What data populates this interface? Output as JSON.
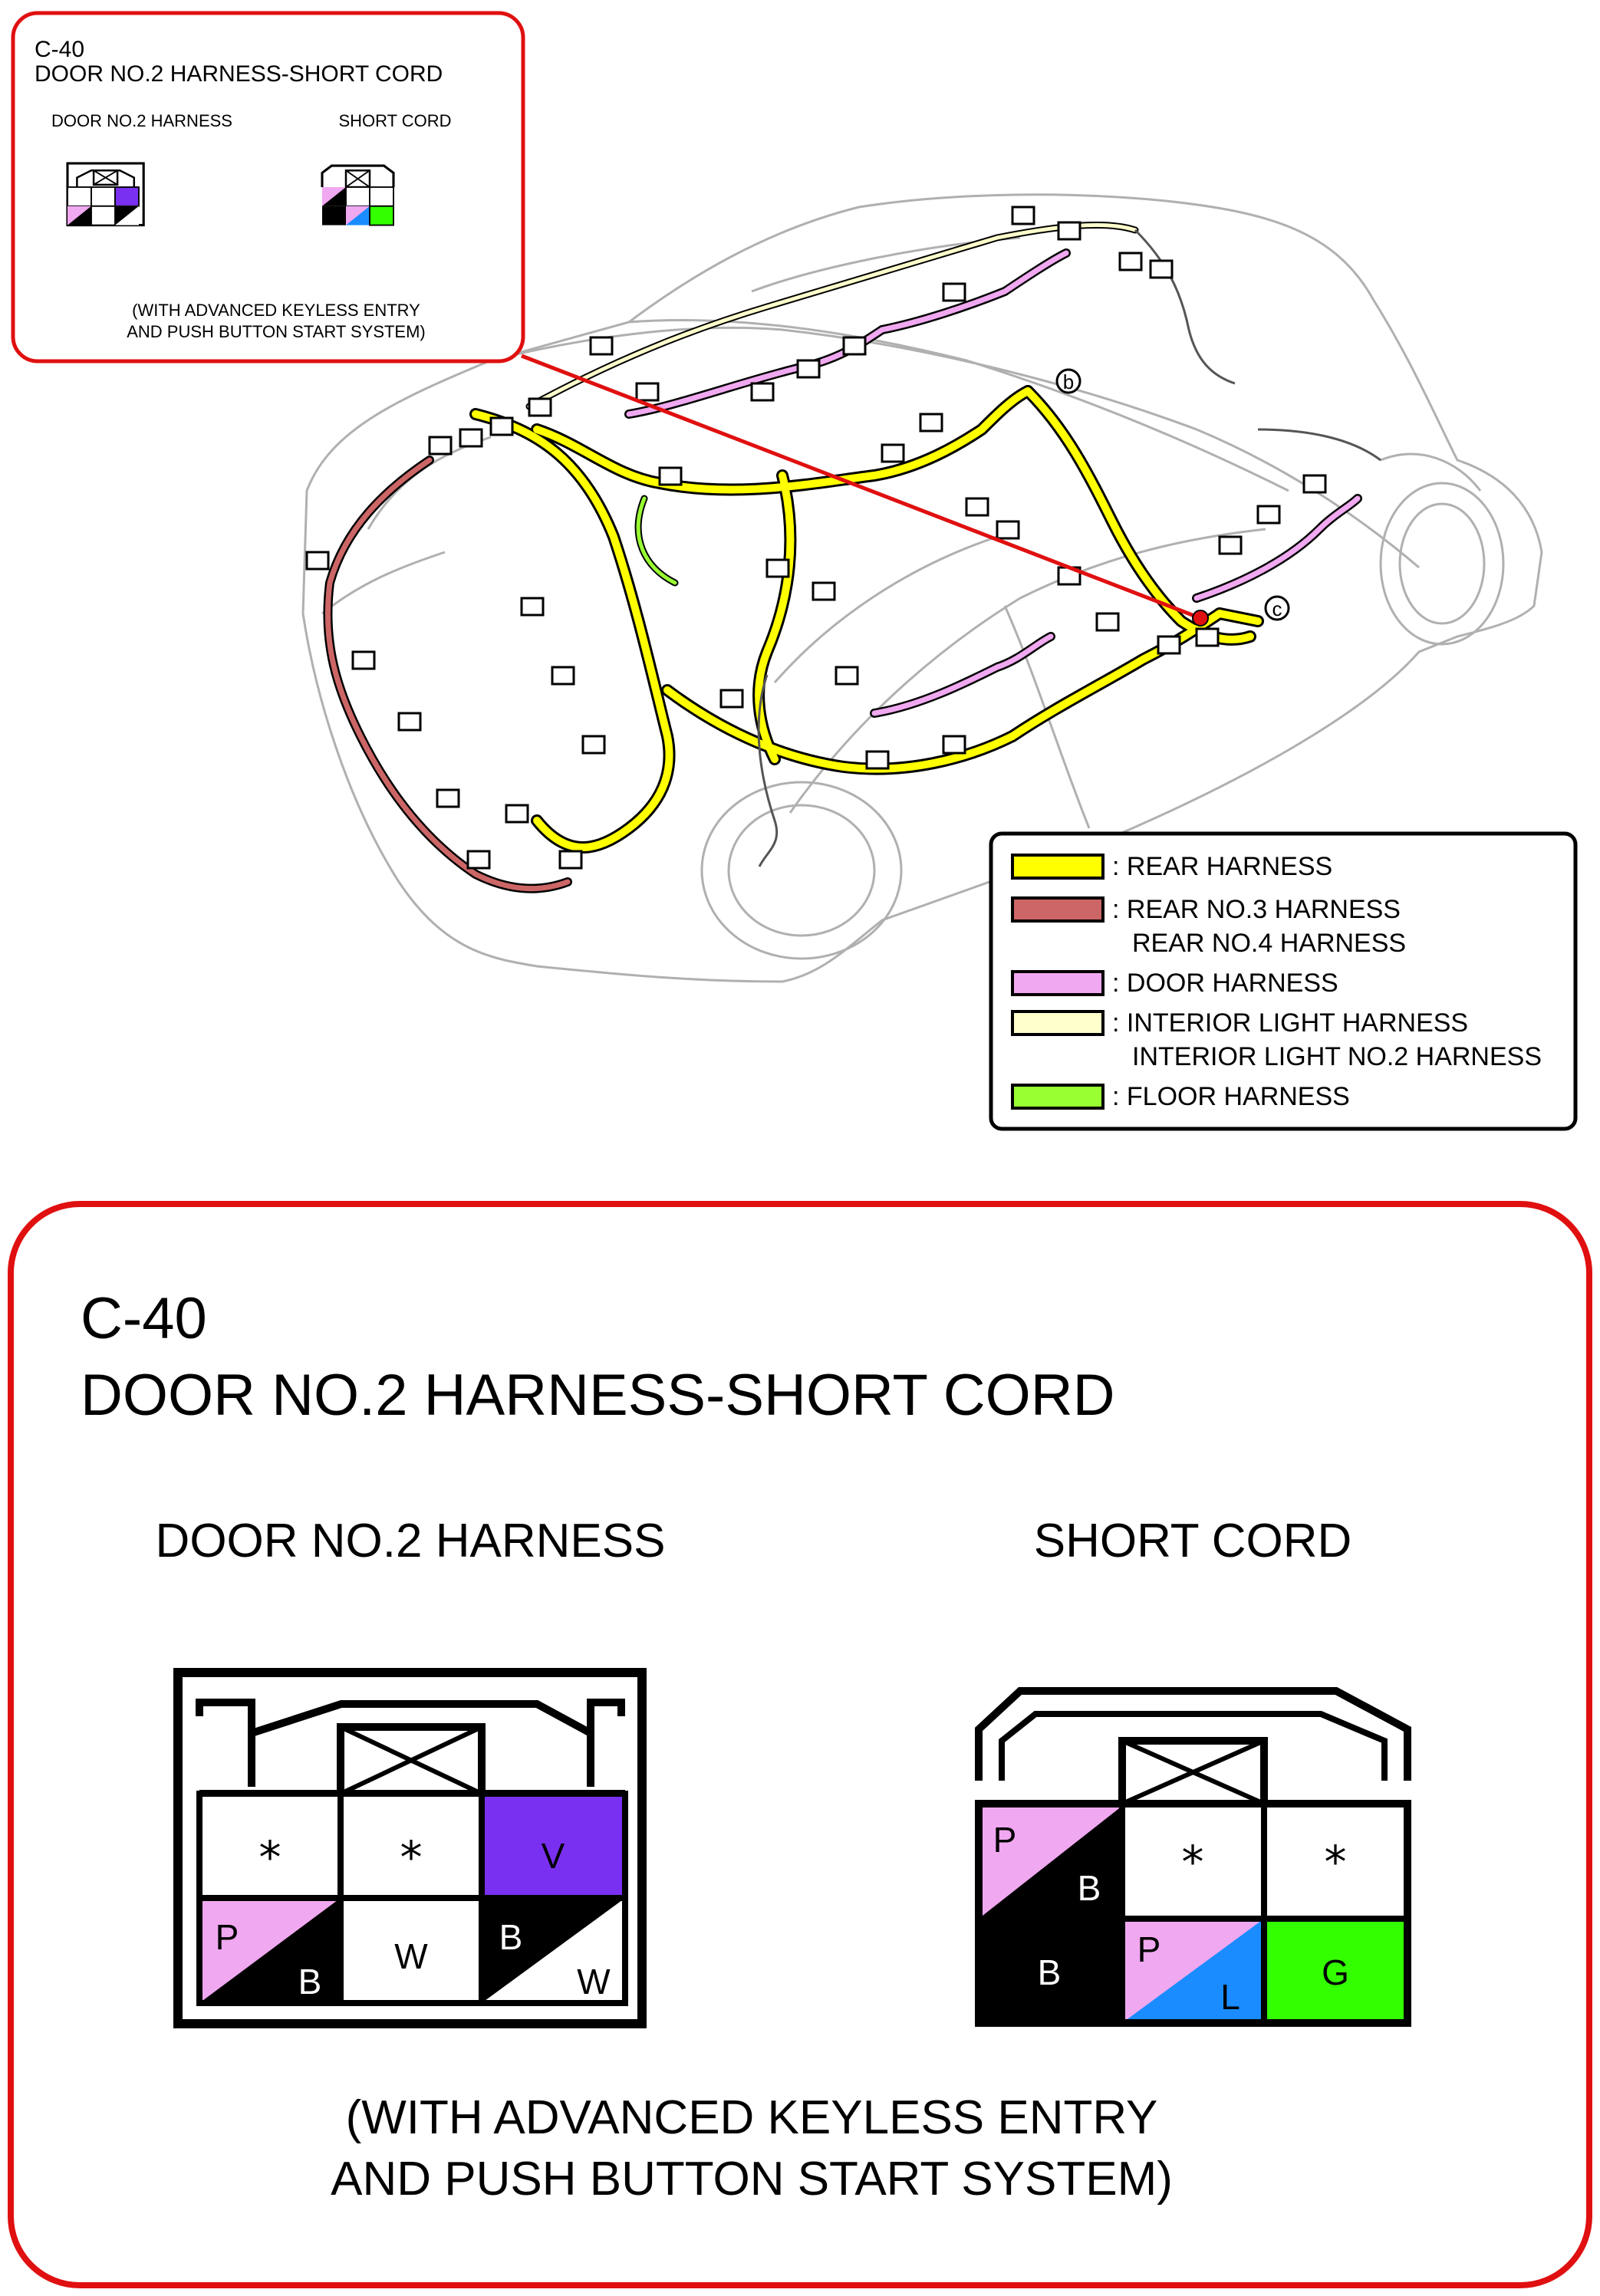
{
  "colors": {
    "rear_harness": "#ffff00",
    "rear_no3_harness": "#cc6666",
    "door_harness": "#f0a8f0",
    "interior_light_harness": "#ffffcc",
    "floor_harness": "#99ff33",
    "pin_violet": "#7a30f0",
    "pin_pink": "#f0a8f0",
    "pin_blue": "#1a8cff",
    "pin_green": "#33ff00",
    "callout_line": "#e01010"
  },
  "small_panel": {
    "code": "C-40",
    "title": "DOOR NO.2 HARNESS-SHORT CORD",
    "left_label": "DOOR NO.2 HARNESS",
    "right_label": "SHORT CORD",
    "note_line1": "(WITH ADVANCED KEYLESS ENTRY",
    "note_line2": "AND PUSH BUTTON START SYSTEM)"
  },
  "markers": {
    "b": "b",
    "c": "c"
  },
  "legend": {
    "rear": ": REAR HARNESS",
    "rear34_a": ": REAR NO.3 HARNESS",
    "rear34_b": "REAR NO.4 HARNESS",
    "door": ": DOOR HARNESS",
    "interior_a": ": INTERIOR LIGHT HARNESS",
    "interior_b": "INTERIOR LIGHT NO.2 HARNESS",
    "floor": ": FLOOR HARNESS"
  },
  "detail": {
    "code": "C-40",
    "title": "DOOR NO.2 HARNESS-SHORT CORD",
    "left_label": "DOOR NO.2 HARNESS",
    "right_label": "SHORT CORD",
    "note_line1": "(WITH ADVANCED KEYLESS ENTRY",
    "note_line2": "AND PUSH BUTTON START SYSTEM)"
  },
  "door_connector": {
    "top_row": [
      "*",
      "*",
      "V"
    ],
    "bottom_row": [
      {
        "upper": "P",
        "lower": "B"
      },
      {
        "single": "W"
      },
      {
        "upper": "B",
        "lower": "W"
      }
    ]
  },
  "short_cord_connector": {
    "top_row": [
      {
        "upper": "P",
        "lower": "B"
      },
      "*",
      "*"
    ],
    "bottom_row": [
      {
        "single": "B"
      },
      {
        "upper": "P",
        "lower": "L"
      },
      {
        "single": "G"
      }
    ]
  }
}
